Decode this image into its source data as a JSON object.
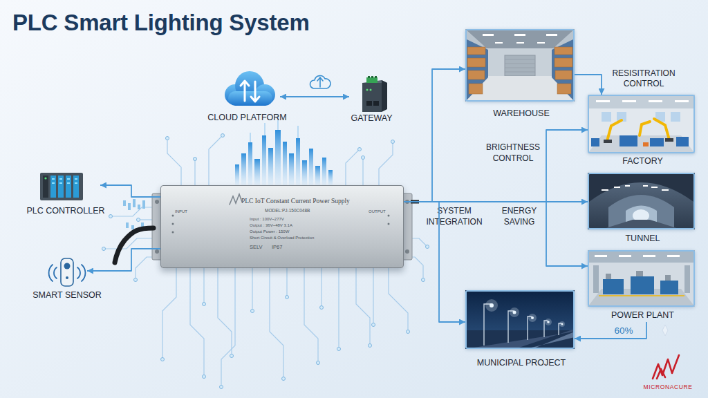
{
  "diagram": {
    "title": "PLC Smart Lighting System",
    "nodes": [
      {
        "text": [
          "CLOUD PLATFORM"
        ]
      },
      {
        "text": [
          "GATEWAY"
        ]
      },
      {
        "text": [
          "WAREHOUSE"
        ]
      },
      {
        "text": [
          "FACTORY"
        ]
      },
      {
        "text": [
          "PLC CONTROLLER"
        ]
      },
      {
        "text": [
          "INPUT",
          "PLC IoT Constant Current Power Supply",
          "MODEL:PJ-150C048B",
          "Input : 100V~277V",
          "Output : 36V~48V 3.1A",
          "Output Power : 150W",
          "Short Circuit & Overload Protection",
          "SELV",
          "IP67",
          "OUTPUT"
        ]
      },
      {
        "text": [
          "TUNNEL"
        ]
      },
      {
        "text": [
          "SMART SENSOR"
        ]
      },
      {
        "text": [
          "POWER PLANT"
        ]
      },
      {
        "text": [
          "MUNICIPAL PROJECT"
        ]
      }
    ],
    "edges": [
      {
        "from": 0,
        "to": 1,
        "arrow": "both"
      },
      {
        "from": 5,
        "to": 4,
        "arrow": "to"
      },
      {
        "from": 5,
        "to": 7,
        "arrow": "to"
      },
      {
        "from": 5,
        "to": 2,
        "arrow": "to"
      },
      {
        "from": 5,
        "to": 3,
        "arrow": "to"
      },
      {
        "from": 5,
        "to": 6,
        "arrow": "to"
      },
      {
        "from": 5,
        "to": 8,
        "arrow": "to"
      },
      {
        "from": 5,
        "to": 9,
        "arrow": "to"
      },
      {
        "from": 2,
        "to": 3,
        "label": "RESISITRATION CONTROL",
        "arrow": "to"
      },
      {
        "from": 8,
        "to": 9,
        "label": "60%",
        "arrow": "to"
      }
    ],
    "labels": [
      "BRIGHTNESS CONTROL",
      "SYSTEM INTEGRATION",
      "ENERGY SAVING",
      "MICRONACURE"
    ]
  }
}
